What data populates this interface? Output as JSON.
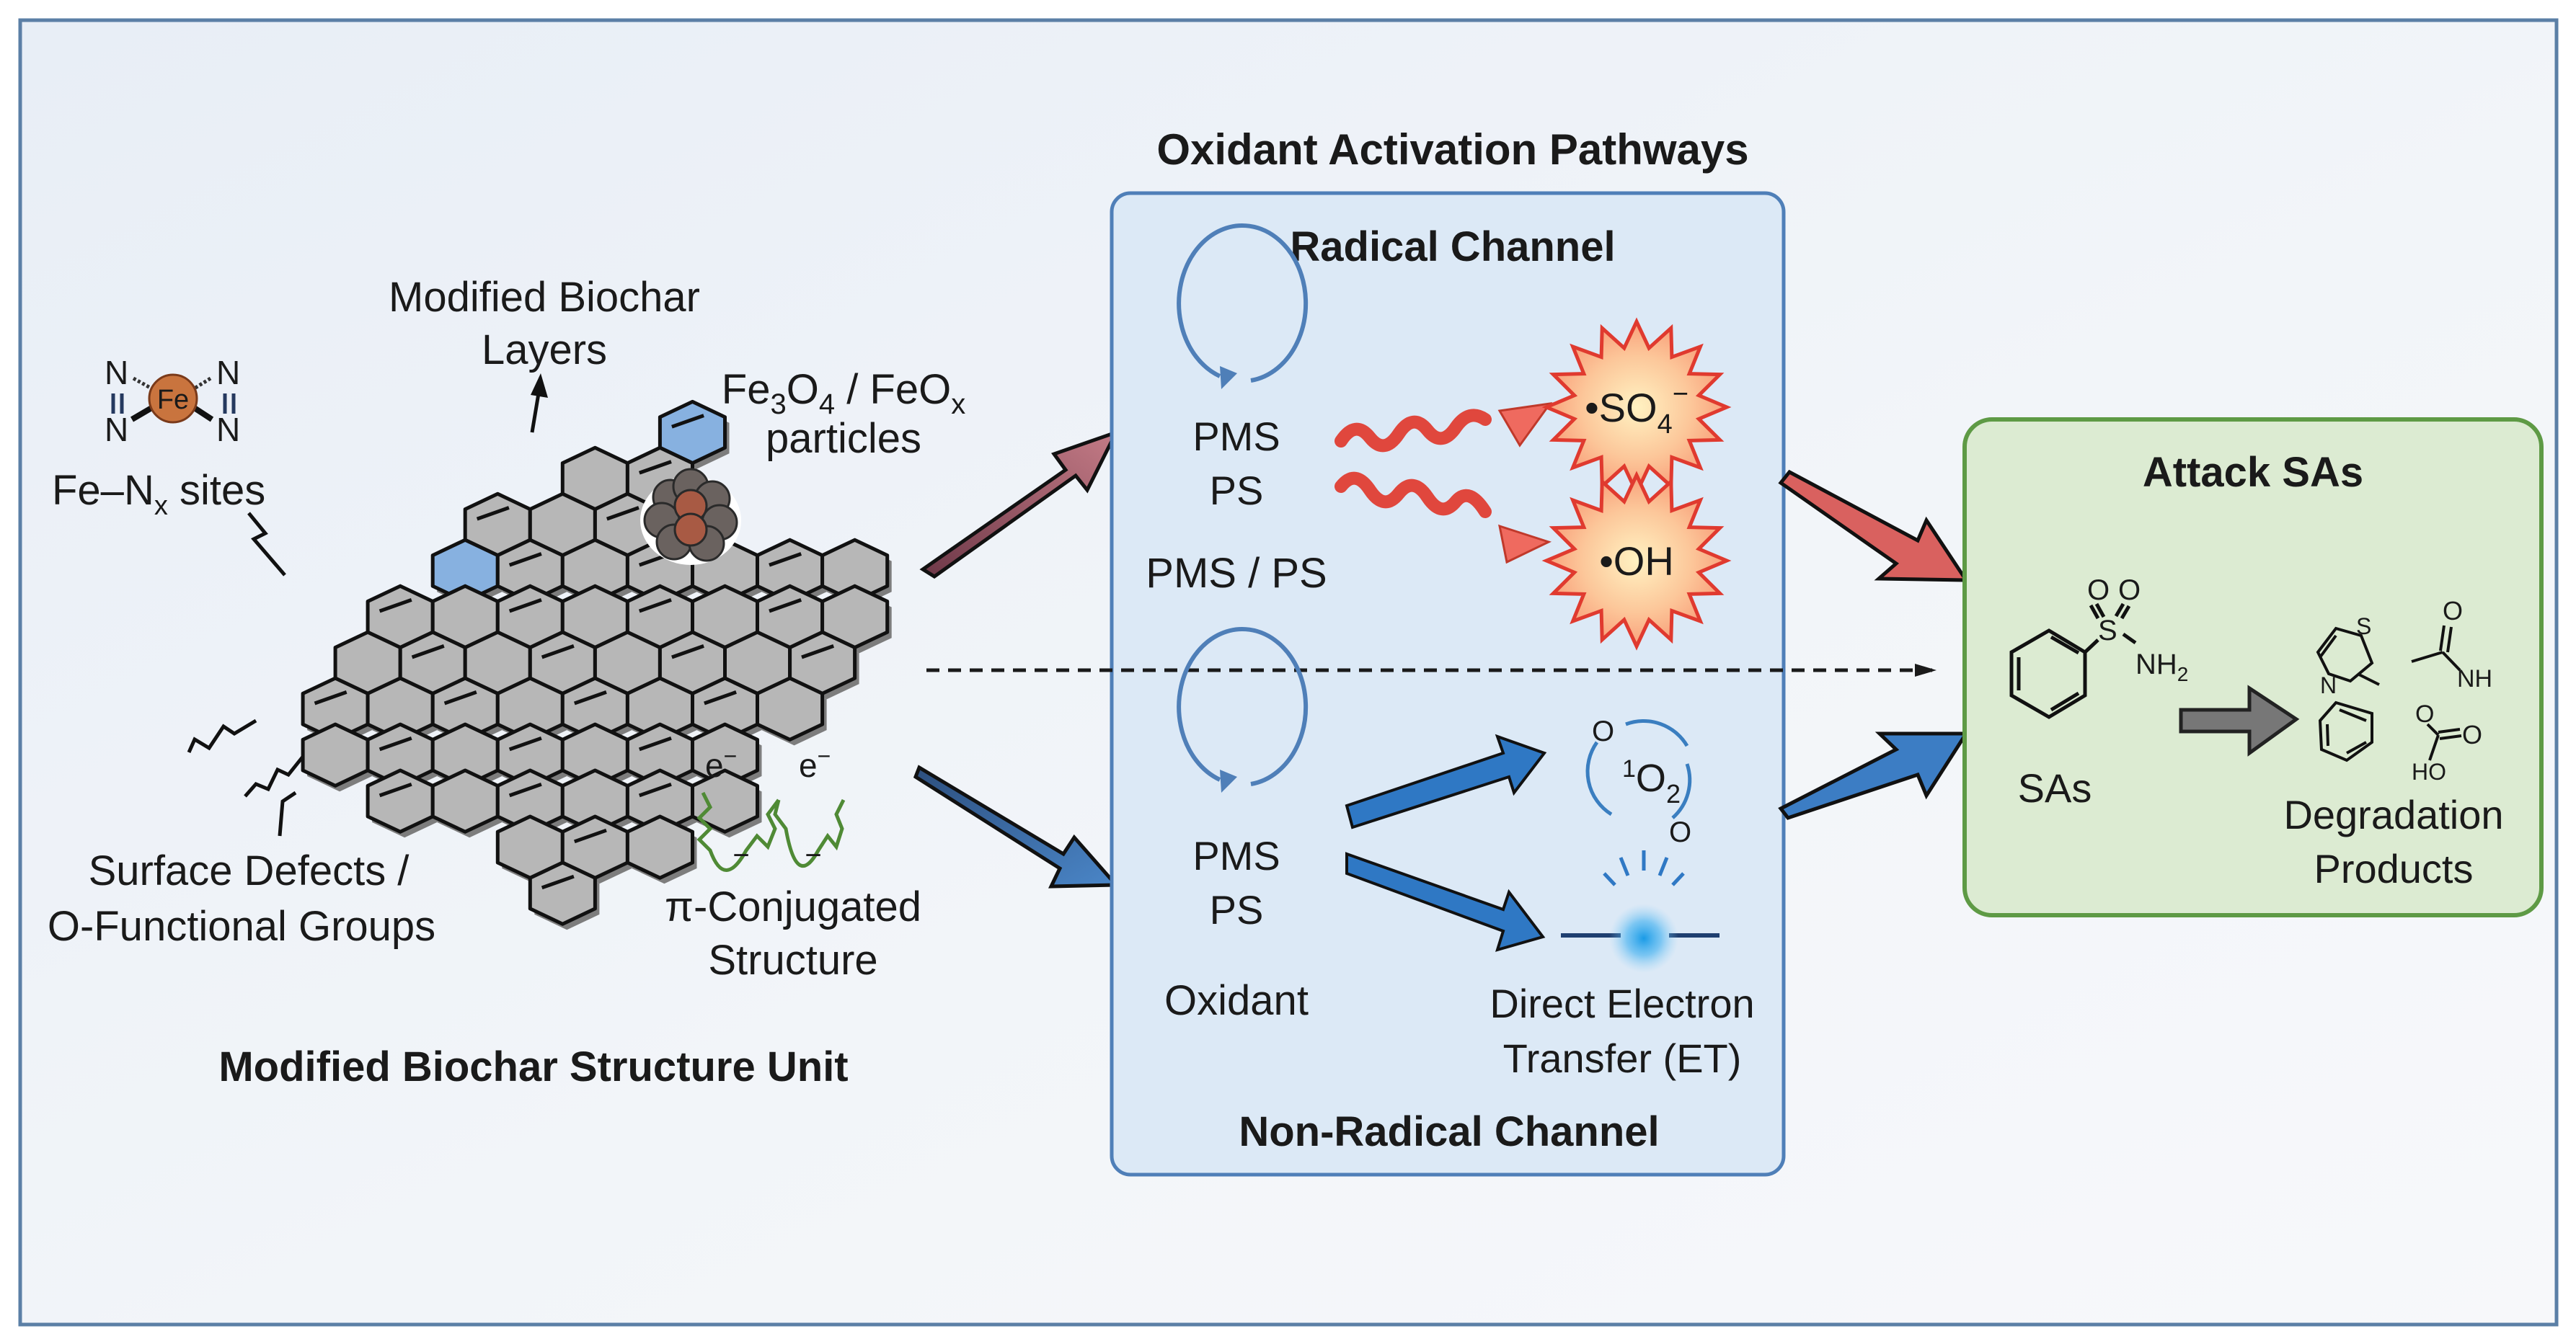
{
  "title": "Oxidant Activation Pathways",
  "left_panel": {
    "caption": "Modified Biochar Structure Unit",
    "labels": {
      "layers_line1": "Modified Biochar",
      "layers_line2": "Layers",
      "fe_n_sites": "Fe–N",
      "fe_n_sites_sub": "x",
      "fe_n_sites_tail": " sites",
      "fe_atom": "Fe",
      "n_atom": "N",
      "particles_fe": "Fe",
      "particles_sub3": "3",
      "particles_o": "O",
      "particles_sub4": "4",
      "particles_sep": " / FeO",
      "particles_subx": "x",
      "particles_line2": "particles",
      "defects_line1": "Surface Defects /",
      "defects_line2": "O-Functional Groups",
      "pi_line1": "π-Conjugated",
      "pi_line2": "Structure",
      "electron": "e",
      "electron_sup": "−",
      "minus": "−"
    }
  },
  "middle_panel": {
    "radical": {
      "heading": "Radical Channel",
      "cycle_line1": "PMS",
      "cycle_line2": "PS",
      "oxidant_label": "PMS / PS",
      "species": [
        {
          "prefix": "•SO",
          "sub": "4",
          "sup": "−"
        },
        {
          "prefix": "•OH",
          "sub": "",
          "sup": ""
        }
      ]
    },
    "non_radical": {
      "heading": "Non-Radical Channel",
      "cycle_line1": "PMS",
      "cycle_line2": "PS",
      "oxidant_label": "Oxidant",
      "singlet_oxygen": {
        "sup": "1",
        "main": "O",
        "sub": "2",
        "atom": "O"
      },
      "et_line1": "Direct Electron",
      "et_line2": "Transfer (ET)"
    }
  },
  "right_panel": {
    "heading": "Attack SAs",
    "sas_label": "SAs",
    "products_line1": "Degradation",
    "products_line2": "Products",
    "atoms": {
      "o": "O",
      "s": "S",
      "nh2": "NH",
      "nh2_sub": "2",
      "n": "N",
      "nh": "NH",
      "ho": "HO"
    }
  },
  "colors": {
    "outer_border": "#5b7fa6",
    "blue_panel_fill": "#dce9f6",
    "blue_panel_border": "#4f7fb8",
    "green_panel_fill": "#dcebd2",
    "green_panel_border": "#5e9a45",
    "radical_arrow": "#d9615f",
    "nonradical_arrow": "#2f78c4",
    "starburst_fill": "#fbb48a",
    "starburst_stroke": "#e03a2f",
    "graphene_fill": "#b7b7b7",
    "hex_highlight": "#87b1e0",
    "green_wave": "#4f8a35"
  }
}
